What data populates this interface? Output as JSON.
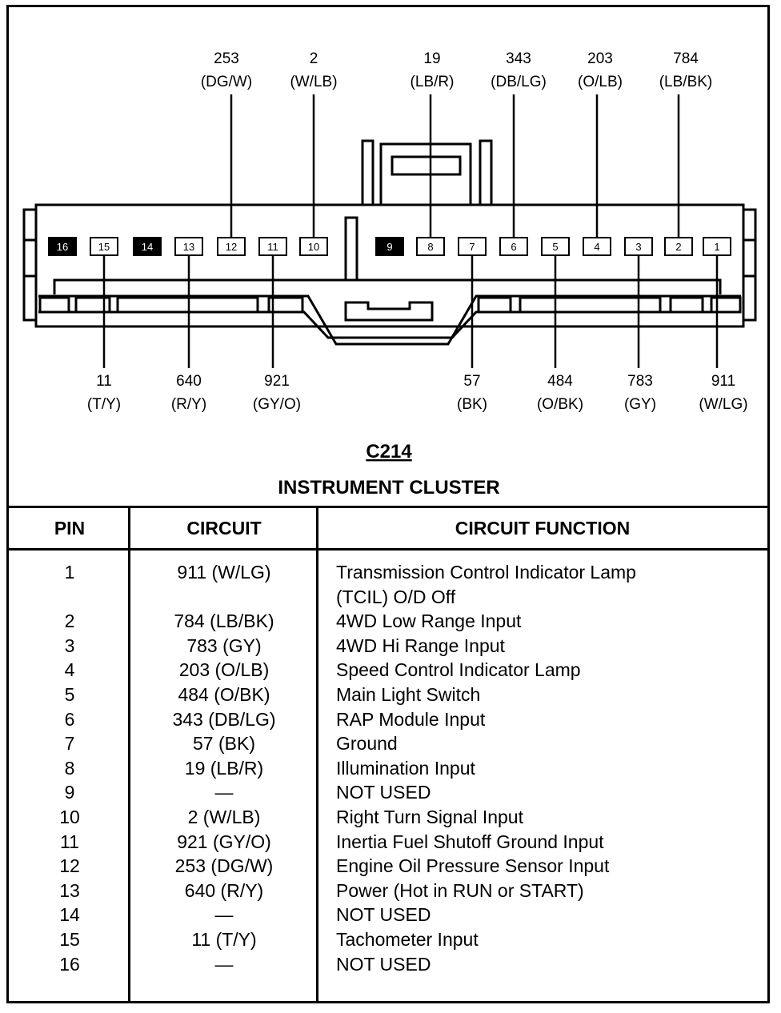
{
  "connector": {
    "name": "C214",
    "description": "INSTRUMENT CLUSTER",
    "top_wires": [
      {
        "pin": "12",
        "circuit": "253",
        "color": "(DG/W)"
      },
      {
        "pin": "10",
        "circuit": "2",
        "color": "(W/LB)"
      },
      {
        "pin": "8",
        "circuit": "19",
        "color": "(LB/R)"
      },
      {
        "pin": "6",
        "circuit": "343",
        "color": "(DB/LG)"
      },
      {
        "pin": "4",
        "circuit": "203",
        "color": "(O/LB)"
      },
      {
        "pin": "2",
        "circuit": "784",
        "color": "(LB/BK)"
      }
    ],
    "bottom_wires": [
      {
        "pin": "15",
        "circuit": "11",
        "color": "(T/Y)"
      },
      {
        "pin": "13",
        "circuit": "640",
        "color": "(R/Y)"
      },
      {
        "pin": "11",
        "circuit": "921",
        "color": "(GY/O)"
      },
      {
        "pin": "7",
        "circuit": "57",
        "color": "(BK)"
      },
      {
        "pin": "5",
        "circuit": "484",
        "color": "(O/BK)"
      },
      {
        "pin": "3",
        "circuit": "783",
        "color": "(GY)"
      },
      {
        "pin": "1",
        "circuit": "911",
        "color": "(W/LG)"
      }
    ],
    "cavities": [
      {
        "num": "16",
        "filled": true
      },
      {
        "num": "15",
        "filled": false
      },
      {
        "num": "14",
        "filled": true
      },
      {
        "num": "13",
        "filled": false
      },
      {
        "num": "12",
        "filled": false
      },
      {
        "num": "11",
        "filled": false
      },
      {
        "num": "10",
        "filled": false
      },
      {
        "num": "9",
        "filled": true
      },
      {
        "num": "8",
        "filled": false
      },
      {
        "num": "7",
        "filled": false
      },
      {
        "num": "6",
        "filled": false
      },
      {
        "num": "5",
        "filled": false
      },
      {
        "num": "4",
        "filled": false
      },
      {
        "num": "3",
        "filled": false
      },
      {
        "num": "2",
        "filled": false
      },
      {
        "num": "1",
        "filled": false
      }
    ]
  },
  "table": {
    "headers": [
      "PIN",
      "CIRCUIT",
      "CIRCUIT FUNCTION"
    ],
    "rows": [
      {
        "pin": "1",
        "circuit": "911 (W/LG)",
        "function": "Transmission Control Indicator Lamp",
        "function2": "(TCIL) O/D Off"
      },
      {
        "pin": "2",
        "circuit": "784 (LB/BK)",
        "function": "4WD Low Range Input"
      },
      {
        "pin": "3",
        "circuit": "783 (GY)",
        "function": "4WD Hi Range Input"
      },
      {
        "pin": "4",
        "circuit": "203 (O/LB)",
        "function": "Speed Control Indicator Lamp"
      },
      {
        "pin": "5",
        "circuit": "484 (O/BK)",
        "function": "Main Light Switch"
      },
      {
        "pin": "6",
        "circuit": "343 (DB/LG)",
        "function": "RAP Module Input"
      },
      {
        "pin": "7",
        "circuit": "57 (BK)",
        "function": "Ground"
      },
      {
        "pin": "8",
        "circuit": "19 (LB/R)",
        "function": "Illumination Input"
      },
      {
        "pin": "9",
        "circuit": "—",
        "function": "NOT USED"
      },
      {
        "pin": "10",
        "circuit": "2 (W/LB)",
        "function": "Right Turn Signal Input"
      },
      {
        "pin": "11",
        "circuit": "921 (GY/O)",
        "function": "Inertia Fuel Shutoff  Ground Input"
      },
      {
        "pin": "12",
        "circuit": "253 (DG/W)",
        "function": "Engine Oil Pressure Sensor Input"
      },
      {
        "pin": "13",
        "circuit": "640 (R/Y)",
        "function": "Power (Hot in RUN or START)"
      },
      {
        "pin": "14",
        "circuit": "—",
        "function": "NOT USED"
      },
      {
        "pin": "15",
        "circuit": "11 (T/Y)",
        "function": "Tachometer Input"
      },
      {
        "pin": "16",
        "circuit": "—",
        "function": "NOT USED"
      }
    ]
  }
}
